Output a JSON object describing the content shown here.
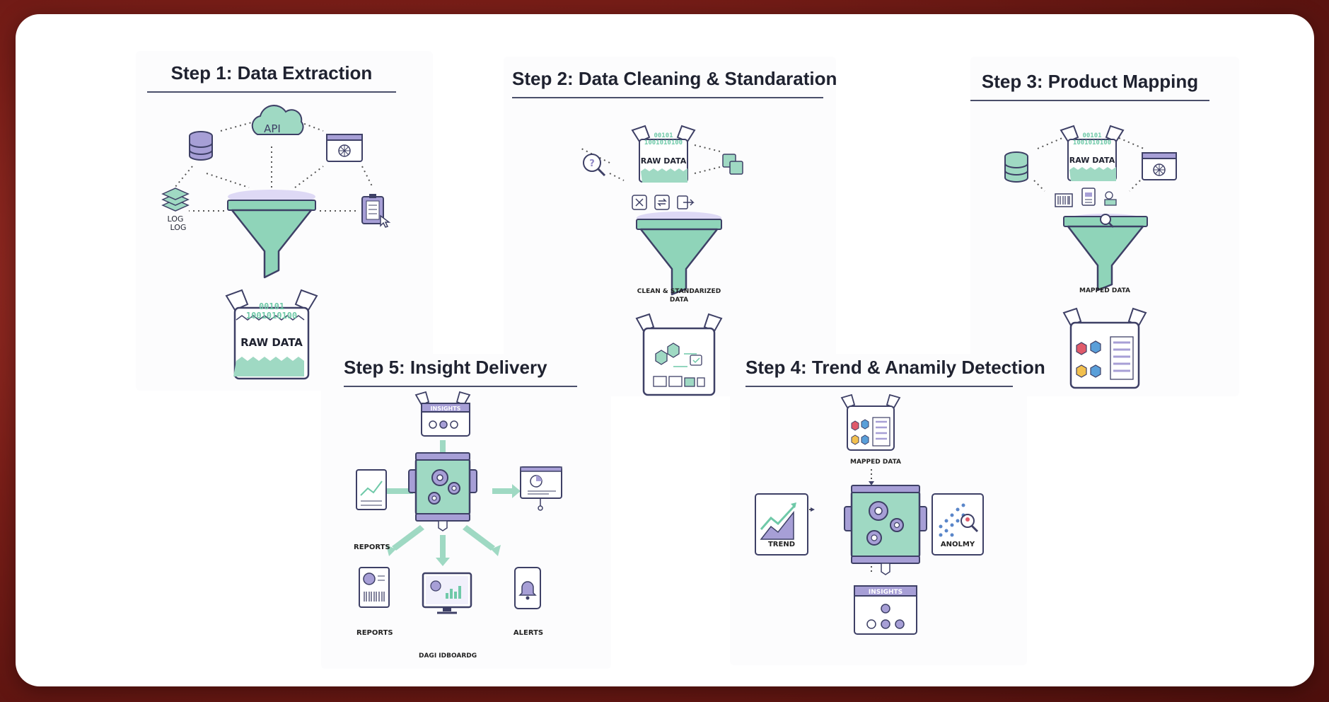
{
  "steps": {
    "s1": {
      "title": "Step 1: Data Extraction",
      "raw": "RAW DATA",
      "binary1": "00101",
      "binary2": "1001010100",
      "api": "API",
      "log1": "LOG",
      "log2": "LOG"
    },
    "s2": {
      "title": "Step 2: Data Cleaning & Standaration",
      "raw": "RAW DATA",
      "binary1": "00101",
      "binary2": "1001010100",
      "output": "CLEAN & STANDARIZED DATA"
    },
    "s3": {
      "title": "Step 3: Product Mapping",
      "raw": "RAW DATA",
      "binary1": "00101",
      "binary2": "1001010100",
      "output": "MAPPED DATA"
    },
    "s4": {
      "title": "Step 4: Trend & Anamily Detection",
      "input": "MAPPED DATA",
      "trend": "TREND",
      "anomaly": "ANOLMY",
      "insights": "INSIGHTS"
    },
    "s5": {
      "title": "Step 5: Insight Delivery",
      "insights": "INSIGHTS",
      "reports1": "REPORTS",
      "reports2": "REPORTS",
      "dashboards": "DAGI IDBOARDG",
      "alerts": "ALERTS"
    }
  },
  "colors": {
    "accent": "#8fd4b9",
    "accentDark": "#6fc9a8",
    "outline": "#3e4066",
    "purple": "#8f88c6",
    "cardBg": "#ffffff"
  }
}
